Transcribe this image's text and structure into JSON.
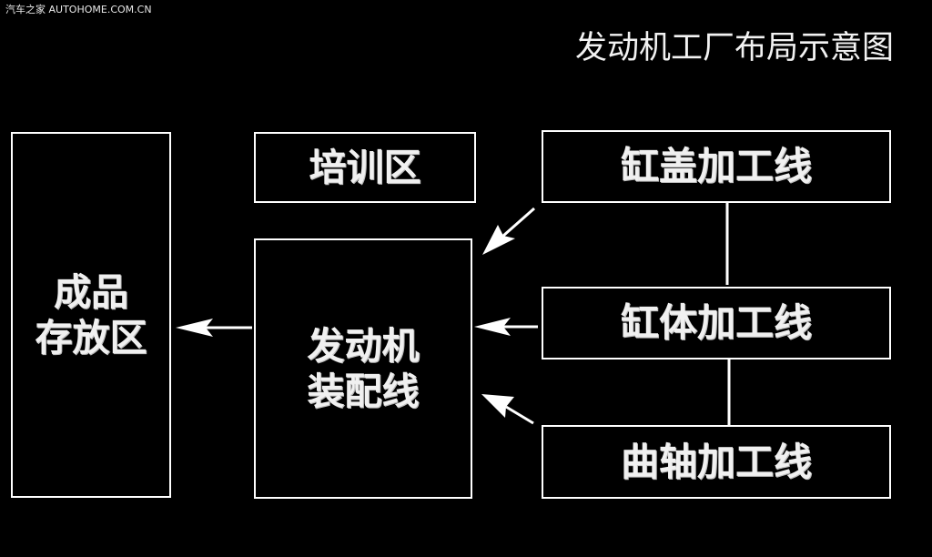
{
  "watermark": "汽车之家 AUTOHOME.COM.CN",
  "title": "发动机工厂布局示意图",
  "boxes": {
    "finished_storage": "成品\n存放区",
    "training": "培训区",
    "assembly": "发动机\n装配线",
    "cylinder_head": "缸盖加工线",
    "cylinder_block": "缸体加工线",
    "crankshaft": "曲轴加工线"
  },
  "colors": {
    "background": "#000000",
    "line": "#ffffff",
    "text": "#f0f0f0"
  }
}
